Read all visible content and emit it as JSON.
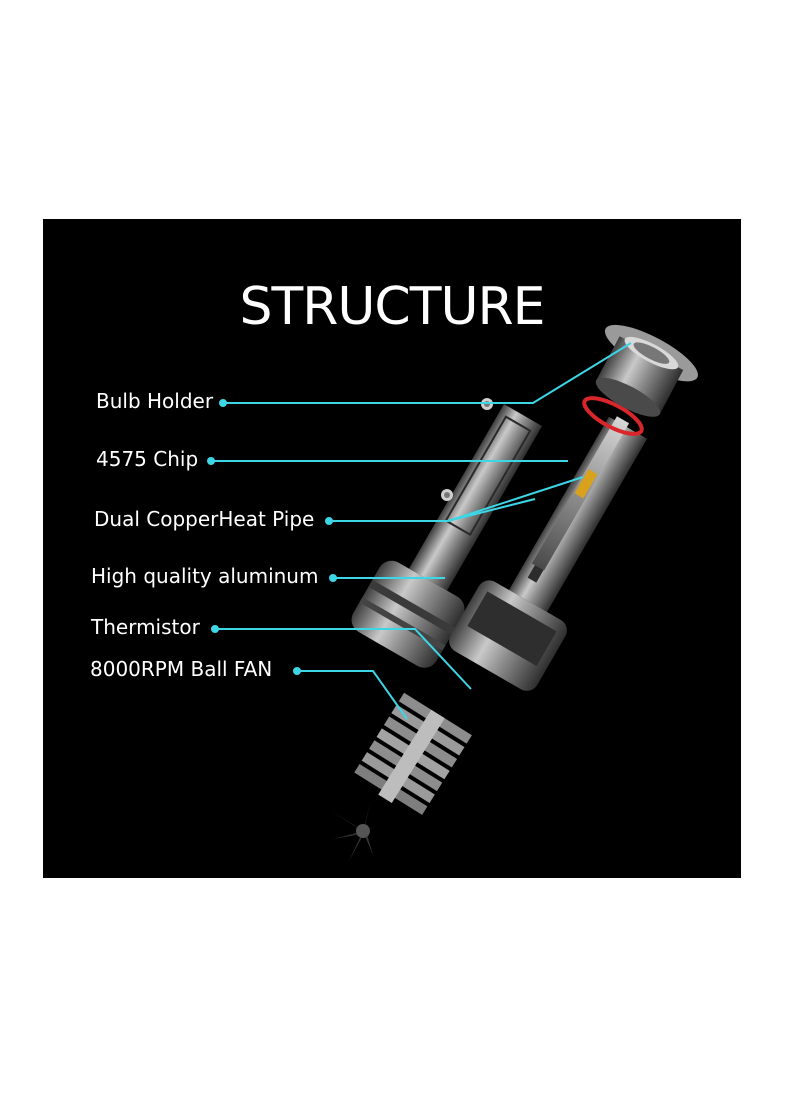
{
  "title": "STRUCTURE",
  "accent_color": "#3cd6e6",
  "labels": {
    "bulb_holder": "Bulb Holder",
    "chip": "4575 Chip",
    "heat_pipe": "Dual CopperHeat Pipe",
    "aluminum": "High quality aluminum",
    "thermistor": "Thermistor",
    "fan": "8000RPM Ball FAN"
  }
}
